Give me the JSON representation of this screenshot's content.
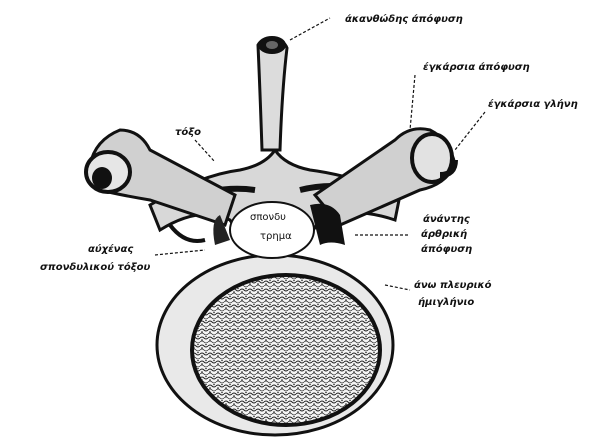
{
  "labels": {
    "spinous_process": "άκανθώδης άπόφυση",
    "transverse_process": "έγκάρσια άπόφυση",
    "transverse_facet": "έγκάρσια γλήνη",
    "arch": "τόξο",
    "foramen_line1": "σπονδυ",
    "foramen_line2": "τρημα",
    "superior_articular_line1": "άνάντης",
    "superior_articular_line2": "άρθρική",
    "superior_articular_line3": "άπόφυση",
    "neck_line1": "αύχένας",
    "neck_line2": "σπονδυλικού τόξου",
    "costal_facet_line1": "άνω πλευρικό",
    "costal_facet_line2": "ήμιγλήνιο"
  }
}
